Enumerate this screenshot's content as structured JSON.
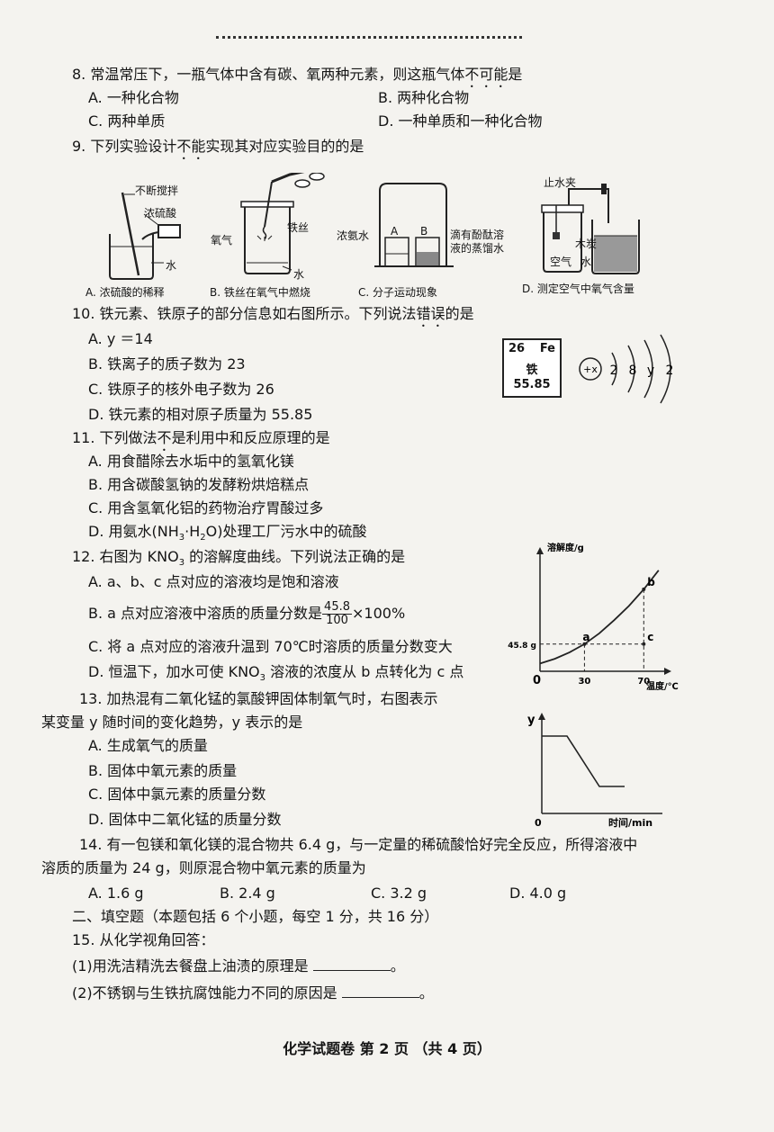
{
  "q8": {
    "stem_pre": "8. 常温常压下，一瓶气体中含有碳、氧两种元素，则这瓶气体",
    "stem_emph": "不可能",
    "stem_post": "是",
    "A": "A. 一种化合物",
    "B": "B. 两种化合物",
    "C": "C. 两种单质",
    "D": "D. 一种单质和一种化合物"
  },
  "q9": {
    "stem_pre": "9. 下列实验设计",
    "stem_emph": "不能",
    "stem_post": "实现其对应实验目的的是",
    "A": {
      "caption": "A. 浓硫酸的稀释",
      "label1": "不断搅拌",
      "label2": "浓硫酸",
      "label3": "水"
    },
    "B": {
      "caption": "B. 铁丝在氧气中燃烧",
      "label1": "铁丝",
      "label2": "氧气",
      "label3": "水"
    },
    "C": {
      "caption": "C. 分子运动现象",
      "label1": "浓氨水",
      "label2": "A",
      "label3": "B",
      "label4": "滴有酚酞溶",
      "label5": "液的蒸馏水"
    },
    "D": {
      "caption": "D. 测定空气中氧气含量",
      "label1": "止水夹",
      "label2": "木炭",
      "label3": "空气",
      "label4": "水"
    }
  },
  "q10": {
    "stem_pre": "10. 铁元素、铁原子的部分信息如右图所示。下列说法",
    "stem_emph": "错误",
    "stem_post": "的是",
    "A": "A. y ＝14",
    "B": "B. 铁离子的质子数为 23",
    "C": "C. 铁原子的核外电子数为 26",
    "D": "D. 铁元素的相对原子质量为 55.85",
    "card": {
      "number": "26",
      "symbol": "Fe",
      "name": "铁",
      "mass": "55.85"
    },
    "atom": {
      "nucleus": "+x",
      "shell1": "2",
      "shell2": "8",
      "shell3": "y",
      "shell4": "2"
    }
  },
  "q11": {
    "stem_pre": "11. 下列做法",
    "stem_emph": "不",
    "stem_post": "是利用中和反应原理的是",
    "A": "A. 用食醋除去水垢中的氢氧化镁",
    "B": "B. 用含碳酸氢钠的发酵粉烘焙糕点",
    "C": "C. 用含氢氧化铝的药物治疗胃酸过多",
    "D_pre": "D. 用氨水(NH",
    "D_sub1": "3",
    "D_mid": "·H",
    "D_sub2": "2",
    "D_post": "O)处理工厂污水中的硫酸"
  },
  "q12": {
    "stem_pre": "12. 右图为 KNO",
    "stem_sub": "3",
    "stem_post": " 的溶解度曲线。下列说法正确的是",
    "A": "A. a、b、c 点对应的溶液均是饱和溶液",
    "B_pre": "B. a 点对应溶液中溶质的质量分数是",
    "B_num": "45.8",
    "B_den": "100",
    "B_post": "×100%",
    "C": "C. 将 a 点对应的溶液升温到 70℃时溶质的质量分数变大",
    "D_pre": "D. 恒温下，加水可使 KNO",
    "D_sub": "3",
    "D_post": " 溶液的浓度从 b 点转化为 c 点"
  },
  "chart_data": {
    "type": "line",
    "ylabel": "溶解度/g",
    "xlabel": "温度/℃",
    "origin": "0",
    "x_ticks": [
      "30",
      "70"
    ],
    "y_ticks": [
      "45.8 g"
    ],
    "x": [
      0,
      10,
      20,
      30,
      40,
      50,
      60,
      70,
      80
    ],
    "values": [
      13,
      21,
      32,
      45.8,
      64,
      86,
      110,
      138,
      170
    ],
    "points": [
      {
        "label": "a",
        "x": 30,
        "y": 45.8
      },
      {
        "label": "b",
        "x": 70,
        "y": 138
      },
      {
        "label": "c",
        "x": 70,
        "y": 45.8
      }
    ],
    "xlim": [
      0,
      85
    ],
    "ylim": [
      0,
      200
    ],
    "grid": false
  },
  "q13": {
    "stem1": "13. 加热混有二氧化锰的氯酸钾固体制氧气时，右图表示",
    "stem2": "某变量 y 随时间的变化趋势，y 表示的是",
    "A": "A. 生成氧气的质量",
    "B": "B. 固体中氧元素的质量",
    "C": "C. 固体中氯元素的质量分数",
    "D": "D. 固体中二氧化锰的质量分数",
    "graph": {
      "ylabel": "y",
      "xlabel": "时间/min",
      "origin": "0"
    }
  },
  "q14": {
    "stem1": "14. 有一包镁和氧化镁的混合物共 6.4 g，与一定量的稀硫酸恰好完全反应，所得溶液中",
    "stem2": "溶质的质量为 24 g，则原混合物中氧元素的质量为",
    "A": "A. 1.6 g",
    "B": "B. 2.4 g",
    "C": "C. 3.2 g",
    "D": "D. 4.0 g"
  },
  "section2": "二、填空题（本题包括 6 个小题，每空 1 分，共 16 分）",
  "q15": {
    "stem": "15. 从化学视角回答：",
    "p1": "(1)用洗洁精洗去餐盘上油渍的原理是",
    "p2": "(2)不锈钢与生铁抗腐蚀能力不同的原因是",
    "end": "。"
  },
  "footer": "化学试题卷  第 2 页  （共 4 页）"
}
